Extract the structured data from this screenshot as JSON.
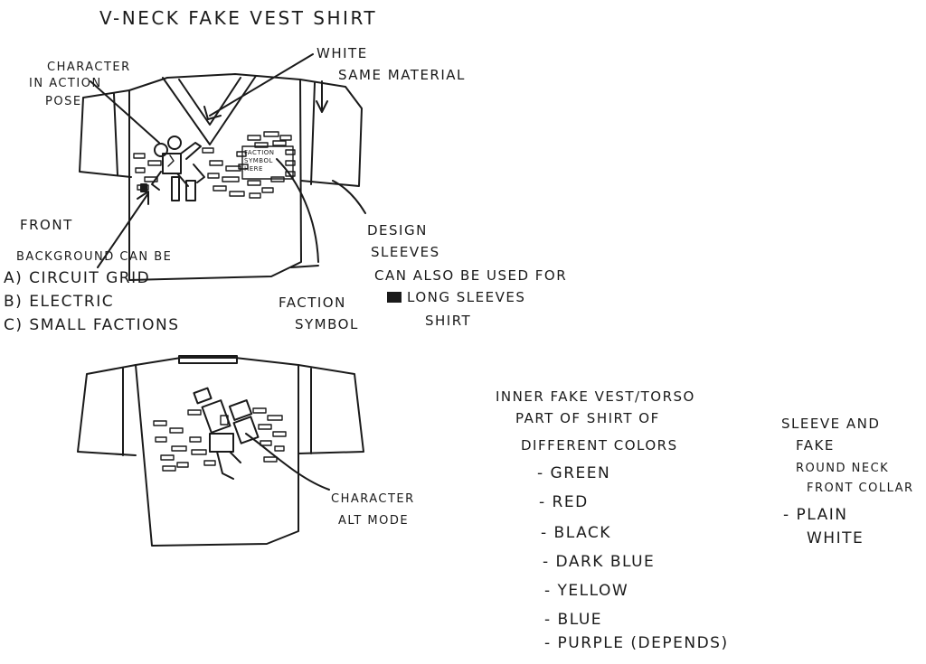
{
  "title": "V-NECK FAKE VEST SHIRT",
  "front": {
    "label": "FRONT",
    "annotations": {
      "character": [
        "CHARACTER",
        "IN ACTION",
        "POSE"
      ],
      "white": "WHITE",
      "same_material": "SAME MATERIAL",
      "faction_symbol_here": [
        "FACTION",
        "SYMBOL",
        "HERE"
      ],
      "background_can_be": "BACKGROUND CAN BE",
      "background_options": [
        "CIRCUIT GRID",
        "ELECTRIC",
        "SMALL FACTIONS"
      ],
      "background_markers": [
        "A)",
        "B)",
        "C)"
      ],
      "faction_symbol": [
        "FACTION",
        "SYMBOL"
      ],
      "design_sleeves": [
        "DESIGN",
        "SLEEVES",
        "CAN ALSO BE USED FOR",
        "LONG SLEEVES",
        "SHIRT"
      ]
    }
  },
  "back": {
    "annotation": [
      "CHARACTER",
      "ALT MODE"
    ]
  },
  "colors_note": {
    "heading": [
      "INNER FAKE VEST/TORSO",
      "PART OF SHIRT OF",
      "DIFFERENT COLORS"
    ],
    "items": [
      "GREEN",
      "RED",
      "BLACK",
      "DARK BLUE",
      "YELLOW",
      "BLUE",
      "PURPLE (DEPENDS)"
    ]
  },
  "sleeve_note": {
    "heading": [
      "SLEEVE AND",
      "FAKE",
      "ROUND NECK",
      "FRONT COLLAR"
    ],
    "items": [
      "PLAIN",
      "WHITE"
    ],
    "item_marker": "-"
  },
  "ink_color": "#1a1a1a"
}
